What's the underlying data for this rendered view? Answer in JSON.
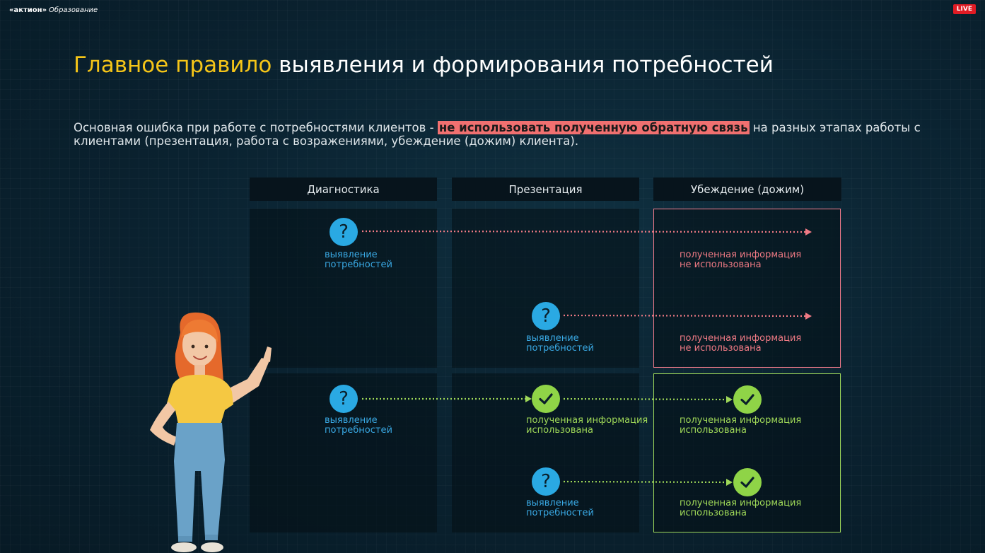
{
  "header": {
    "logo_brand": "«актион»",
    "logo_sub": "Образование",
    "live_badge": "LIVE"
  },
  "slide": {
    "title_accent": "Главное правило",
    "title_rest": "выявления и формирования потребностей",
    "subtitle_before": "Основная ошибка при работе с потребностями клиентов - ",
    "subtitle_highlight": "не использовать полученную обратную связь",
    "subtitle_after": " на разных этапах работы с клиентами (презентация, работа с возражениями, убеждение (дожим) клиента)."
  },
  "columns": [
    "Диагностика",
    "Презентация",
    "Убеждение (дожим)"
  ],
  "labels": {
    "needs_line1": "выявление",
    "needs_line2": "потребностей",
    "not_used_line1": "полученная информация",
    "not_used_line2": "не использована",
    "used_line1": "полученная информация",
    "used_line2": "использована"
  },
  "colors": {
    "accent_yellow": "#f5c518",
    "highlight_red": "#f07070",
    "blue": "#2aa9e3",
    "green": "#8fd447",
    "red_text": "#f07a84"
  },
  "icons": {
    "question": "?",
    "check": "check-icon"
  }
}
